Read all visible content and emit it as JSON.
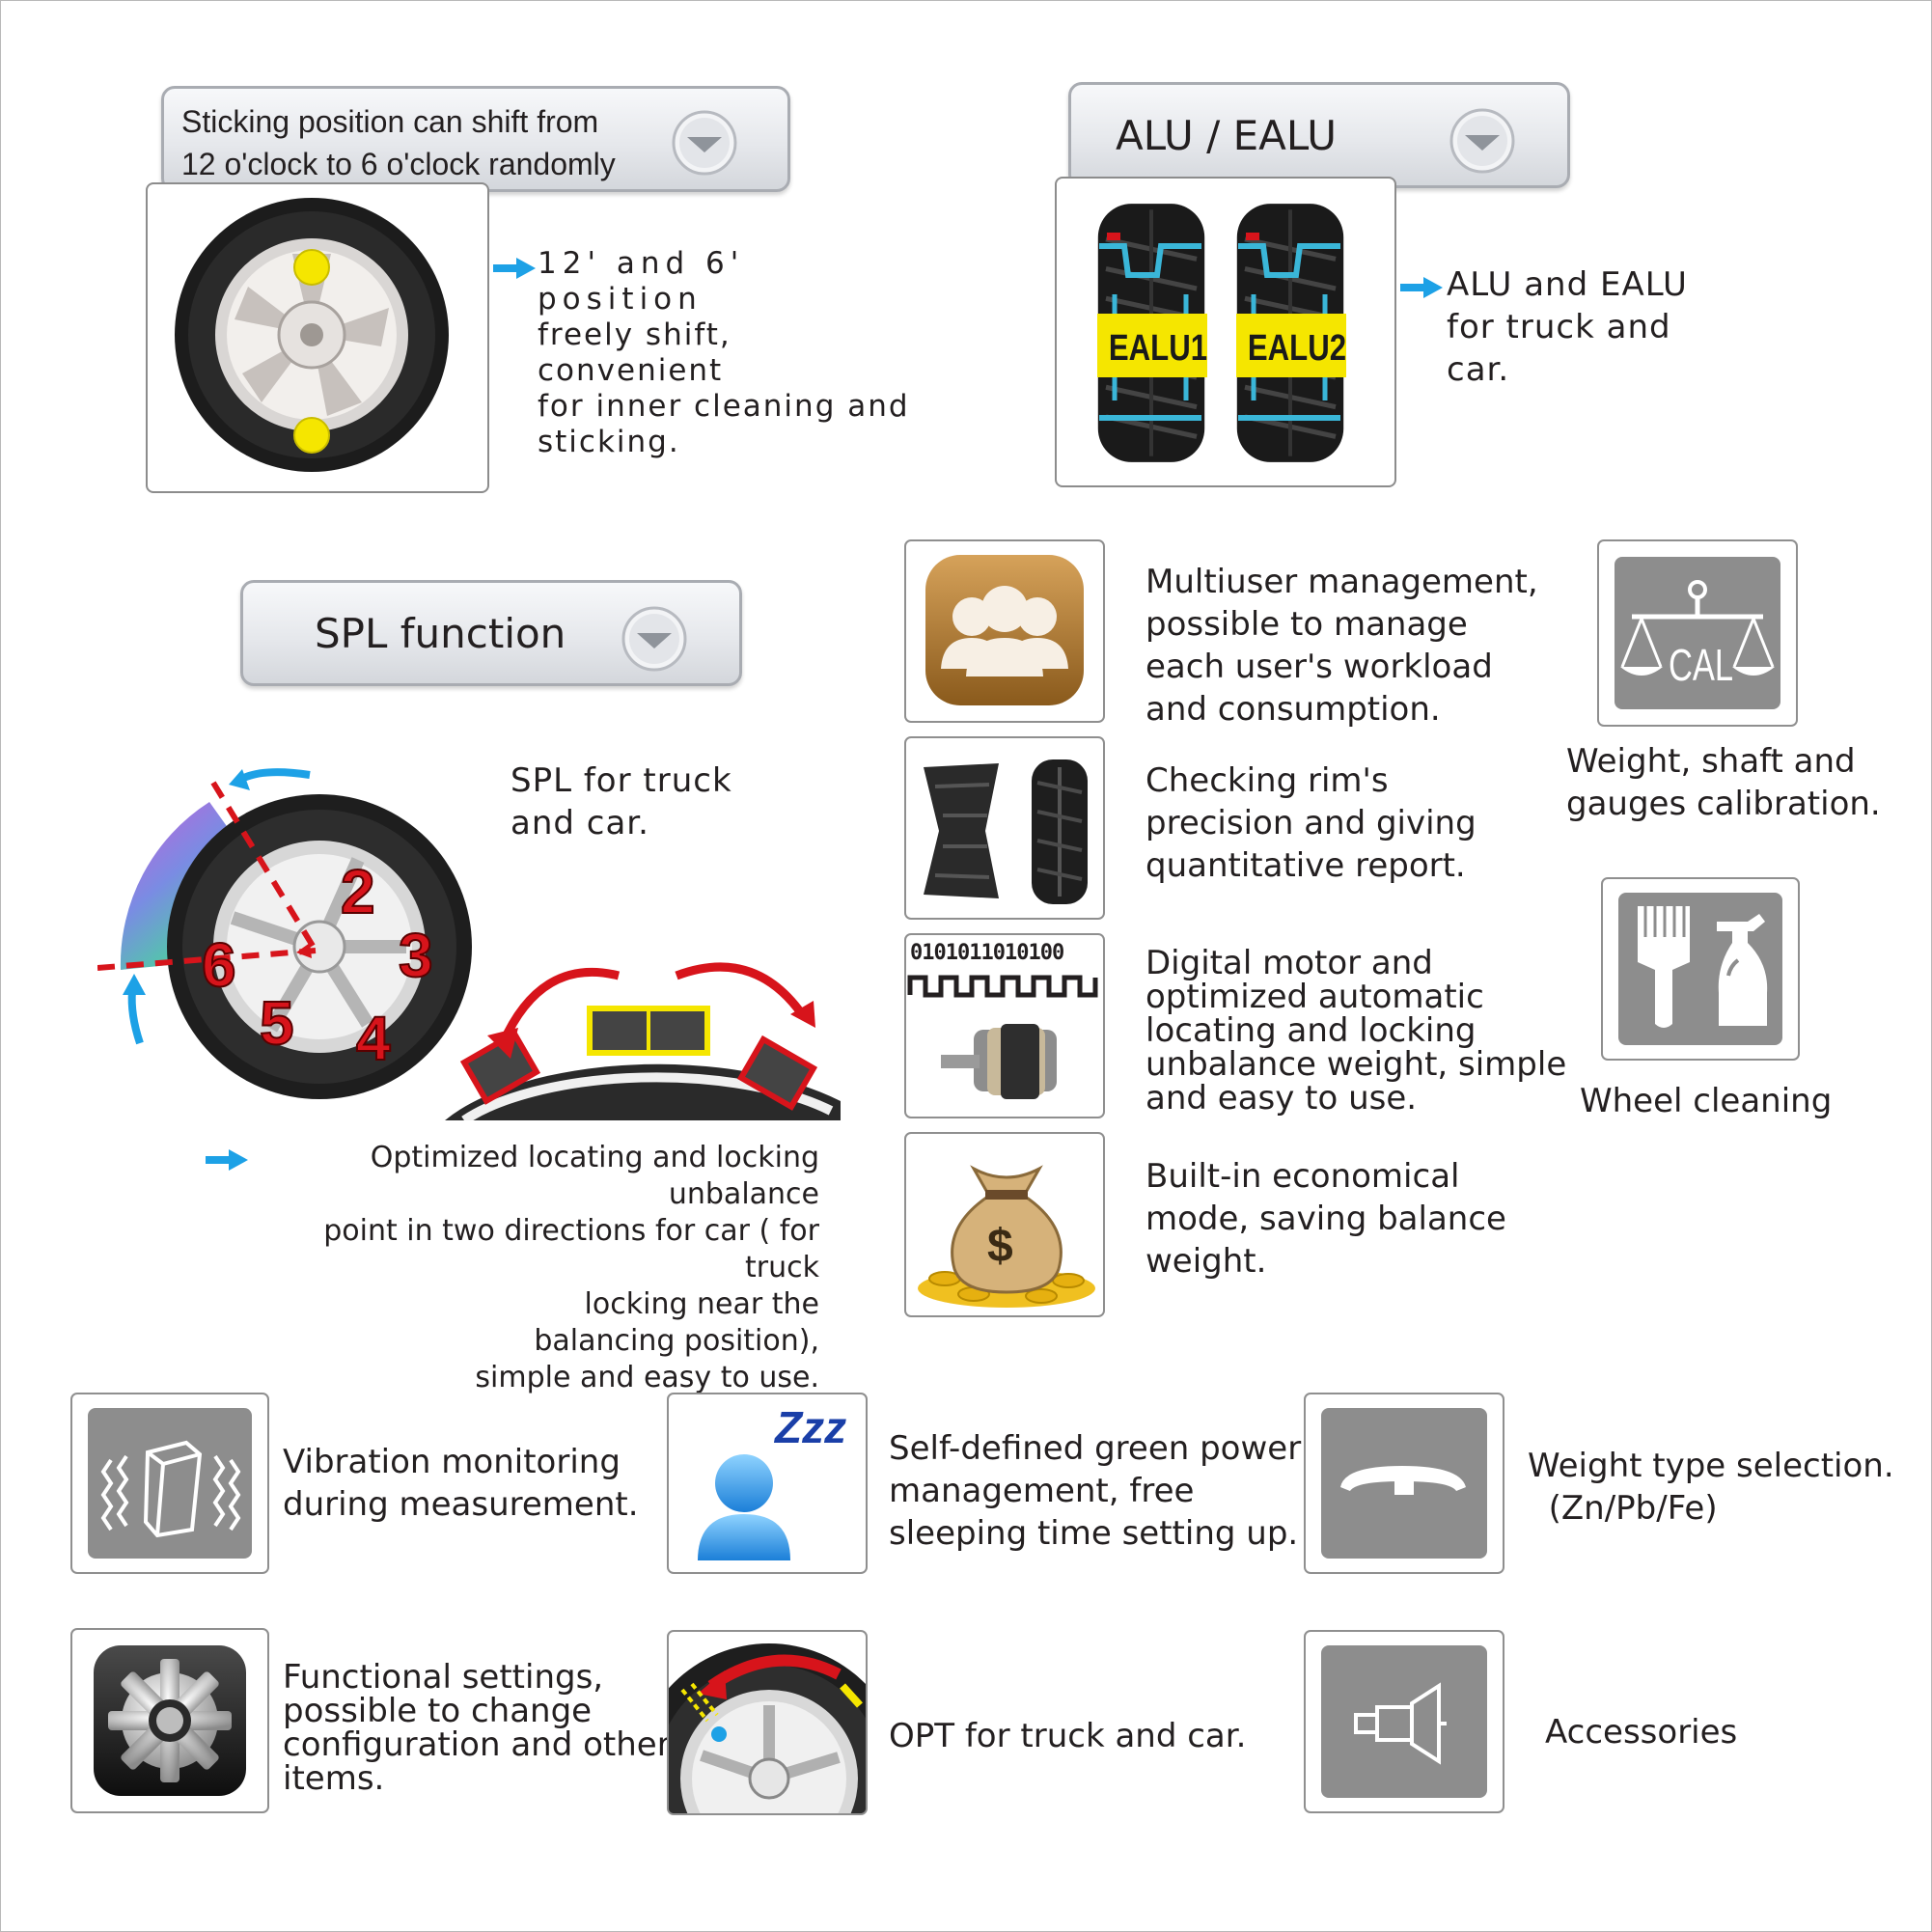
{
  "sticking": {
    "header": [
      "Sticking position can shift from",
      "12 o'clock to 6 o'clock randomly"
    ],
    "description": [
      "12' and 6' position",
      "freely shift, convenient",
      "for inner cleaning and",
      "sticking."
    ]
  },
  "alu": {
    "header": "ALU / EALU",
    "labels": [
      "EALU1",
      "EALU2"
    ],
    "description": [
      "ALU and EALU",
      "for truck and",
      "car."
    ]
  },
  "spl": {
    "header": "SPL function",
    "caption": [
      "SPL for truck",
      "and car."
    ],
    "numbers": [
      "2",
      "3",
      "4",
      "5",
      "6"
    ],
    "description": [
      "Optimized locating and locking unbalance",
      "point in two directions for car ( for truck",
      "locking near the",
      "balancing position),",
      "simple and easy to use."
    ]
  },
  "features_middle": [
    {
      "lines": [
        "Multiuser management,",
        "possible to manage",
        "each user's workload",
        "and consumption."
      ]
    },
    {
      "lines": [
        "Checking rim's",
        "precision and giving",
        "quantitative report."
      ]
    },
    {
      "lines": [
        "Digital motor and",
        "optimized automatic",
        "locating and locking",
        "unbalance weight, simple",
        "and easy to use."
      ],
      "binary": "0101011010100"
    },
    {
      "lines": [
        "Built-in economical",
        "mode, saving balance",
        "weight."
      ]
    }
  ],
  "features_right": [
    {
      "lines": [
        "Weight, shaft and",
        "gauges calibration."
      ],
      "icon_text": "CAL"
    },
    {
      "lines": [
        "Wheel cleaning"
      ]
    }
  ],
  "features_bottom": [
    {
      "lines": [
        "Vibration monitoring",
        "during measurement."
      ]
    },
    {
      "lines": [
        "Self-defined green power",
        "management, free",
        "sleeping time setting up."
      ],
      "icon_text": "Zzz"
    },
    {
      "lines": [
        "Weight type selection.",
        "  (Zn/Pb/Fe)"
      ]
    },
    {
      "lines": [
        "Functional settings,",
        "possible to change",
        "configuration and other",
        "items."
      ]
    },
    {
      "lines": [
        "OPT for truck and car."
      ]
    },
    {
      "lines": [
        "Accessories"
      ]
    }
  ],
  "colors": {
    "accent_blue": "#1da1e6",
    "icon_gray": "#8d8d8d",
    "marker_yellow": "#f5e600",
    "marker_red": "#d7141b"
  }
}
